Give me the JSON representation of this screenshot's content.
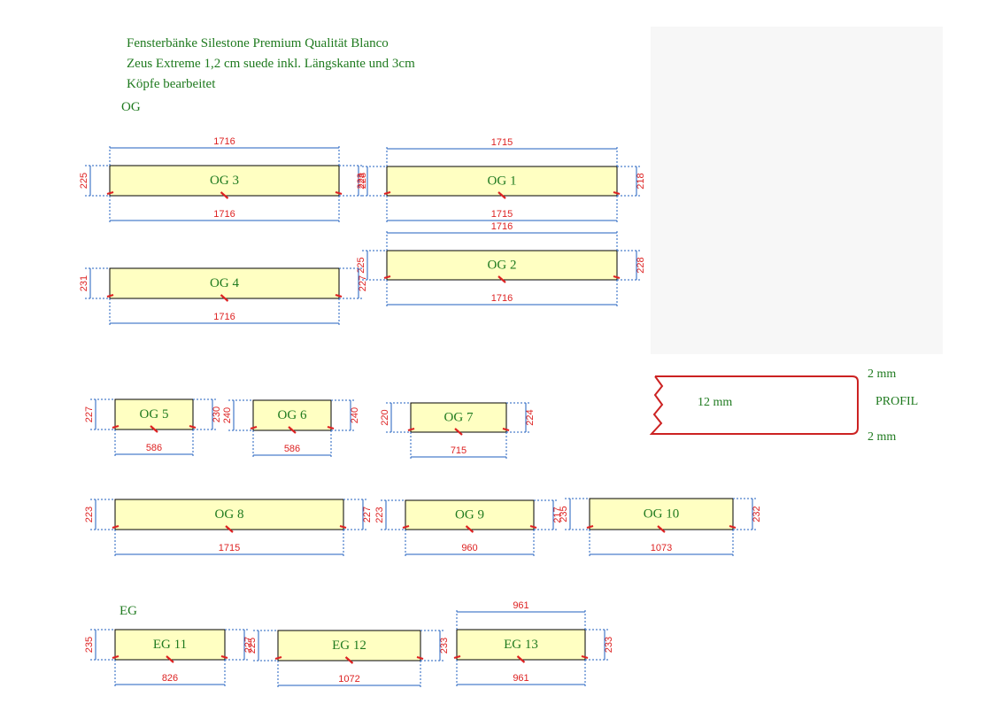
{
  "title_lines": [
    "Fensterbänke Silestone Premium Qualität Blanco",
    "Zeus Extreme 1,2 cm suede inkl. Längskante und 3cm",
    "Köpfe bearbeitet"
  ],
  "sections": {
    "og": "OG",
    "eg": "EG"
  },
  "pieces": [
    {
      "label": "OG 3",
      "top": "1716",
      "bottom": "1716",
      "left": "225",
      "right": "228"
    },
    {
      "label": "OG 1",
      "top": "1715",
      "bottom": "1715",
      "left": "223",
      "right": "218"
    },
    {
      "label": "OG 2",
      "top": "1716",
      "bottom": "1716",
      "left": "225",
      "right": "228"
    },
    {
      "label": "OG 4",
      "top": "",
      "bottom": "1716",
      "left": "231",
      "right": "227"
    },
    {
      "label": "OG 5",
      "top": "",
      "bottom": "586",
      "left": "227",
      "right": "230"
    },
    {
      "label": "OG 6",
      "top": "",
      "bottom": "586",
      "left": "240",
      "right": "240"
    },
    {
      "label": "OG 7",
      "top": "",
      "bottom": "715",
      "left": "220",
      "right": "224"
    },
    {
      "label": "OG 8",
      "top": "",
      "bottom": "1715",
      "left": "223",
      "right": "227"
    },
    {
      "label": "OG 9",
      "top": "",
      "bottom": "960",
      "left": "223",
      "right": "217"
    },
    {
      "label": "OG 10",
      "top": "",
      "bottom": "1073",
      "left": "235",
      "right": "232"
    },
    {
      "label": "EG 11",
      "top": "",
      "bottom": "826",
      "left": "235",
      "right": "227"
    },
    {
      "label": "EG 12",
      "top": "",
      "bottom": "1072",
      "left": "225",
      "right": "233"
    },
    {
      "label": "EG 13",
      "top": "961",
      "bottom": "961",
      "left": "",
      "right": "233"
    }
  ],
  "profile": {
    "thickness": "12 mm",
    "top_edge": "2 mm",
    "bottom_edge": "2 mm",
    "label": "PROFIL"
  }
}
